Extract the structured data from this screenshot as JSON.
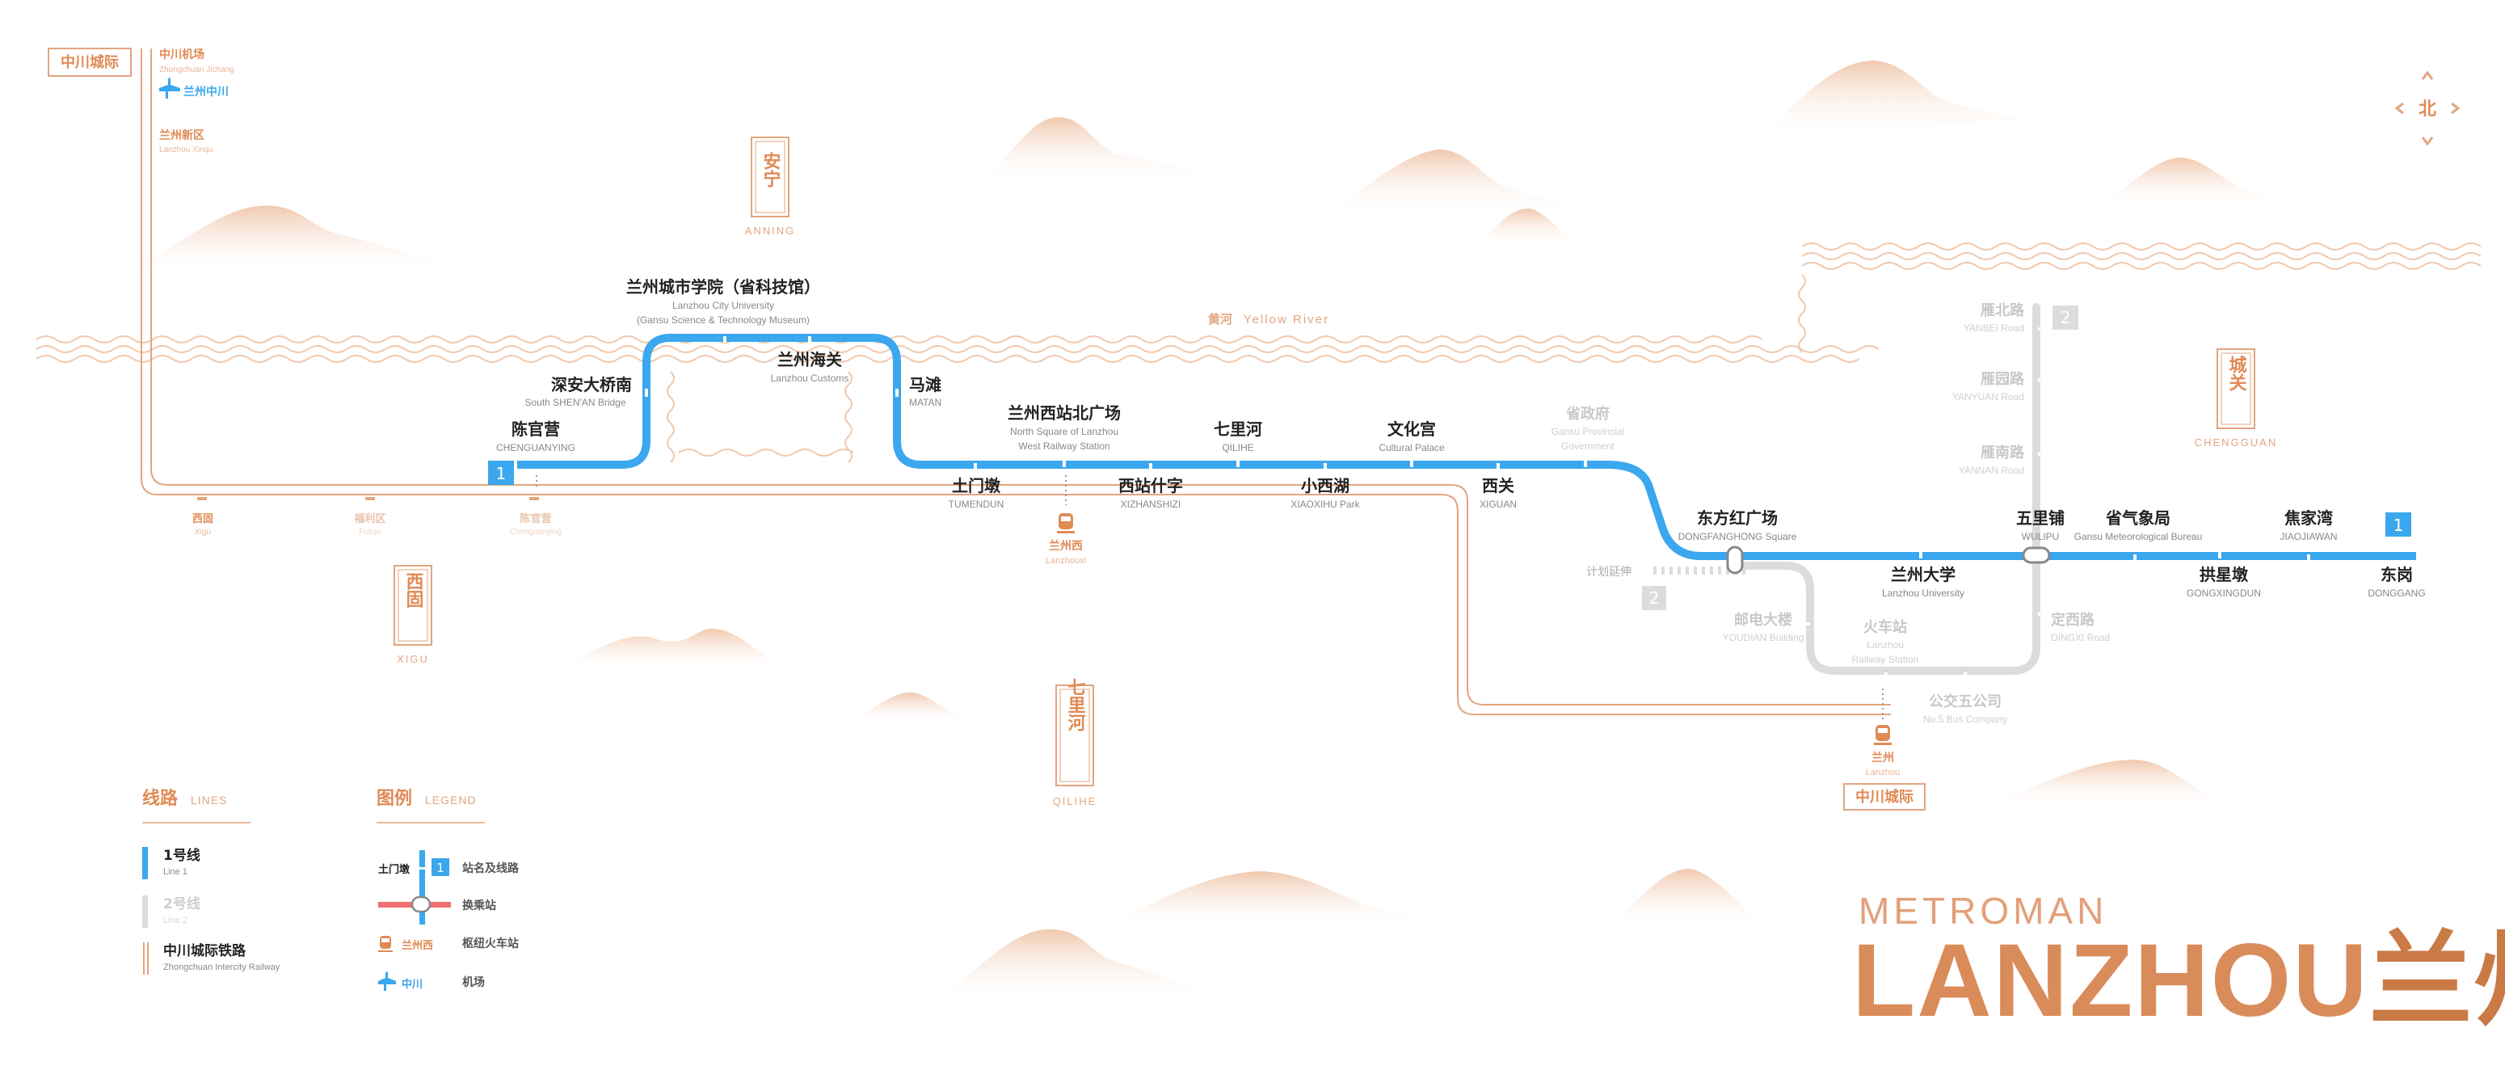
{
  "brand": {
    "sub": "METROMAN",
    "main": "LANZHOU",
    "main_zh": "兰州"
  },
  "colors": {
    "line1": "#3aa7ee",
    "line2": "#d6d6d6",
    "intercity": "#e3a57f",
    "accent": "#e2a07a",
    "text": "#333333",
    "muted": "#888888"
  },
  "compass": {
    "north": "北"
  },
  "river": {
    "zh": "黄河",
    "en": "Yellow River"
  },
  "districts": [
    {
      "zh": "安宁",
      "en": "ANNING"
    },
    {
      "zh": "西固",
      "en": "XIGU"
    },
    {
      "zh": "七里河",
      "en": "QILIHE"
    },
    {
      "zh": "城关",
      "en": "CHENGGUAN"
    }
  ],
  "intercity_labels": [
    {
      "zh": "中川城际"
    },
    {
      "zh": "中川城际"
    }
  ],
  "intercity_top": [
    {
      "zh": "中川机场",
      "en": "Zhongchuan Jichang"
    },
    {
      "zh": "兰州中川",
      "en": ""
    },
    {
      "zh": "兰州新区",
      "en": "Lanzhou Xinqu"
    }
  ],
  "intercity_stations": [
    {
      "zh": "西固",
      "en": "Xigu"
    },
    {
      "zh": "福利区",
      "en": "Fuliqu"
    },
    {
      "zh": "陈官营",
      "en": "Chenguanying"
    }
  ],
  "rail_hubs": [
    {
      "zh": "兰州西",
      "en": "Lanzhouxi"
    },
    {
      "zh": "兰州",
      "en": "Lanzhou"
    }
  ],
  "line1_stations": [
    {
      "zh": "陈官营",
      "en": "CHENGUANYING"
    },
    {
      "zh": "深安大桥南",
      "en": "South SHEN'AN Bridge"
    },
    {
      "zh": "兰州城市学院（省科技馆）",
      "en": "Lanzhou City University",
      "en2": "(Gansu Science & Technology Museum)"
    },
    {
      "zh": "兰州海关",
      "en": "Lanzhou Customs"
    },
    {
      "zh": "马滩",
      "en": "MATAN"
    },
    {
      "zh": "土门墩",
      "en": "TUMENDUN"
    },
    {
      "zh": "兰州西站北广场",
      "en": "North Square of Lanzhou",
      "en2": "West Railway Station"
    },
    {
      "zh": "西站什字",
      "en": "XIZHANSHIZI"
    },
    {
      "zh": "七里河",
      "en": "QILIHE"
    },
    {
      "zh": "小西湖",
      "en": "XIAOXIHU Park"
    },
    {
      "zh": "文化宫",
      "en": "Cultural Palace"
    },
    {
      "zh": "西关",
      "en": "XIGUAN"
    },
    {
      "zh": "东方红广场",
      "en": "DONGFANGHONG Square"
    },
    {
      "zh": "兰州大学",
      "en": "Lanzhou University"
    },
    {
      "zh": "五里铺",
      "en": "WULIPU"
    },
    {
      "zh": "省气象局",
      "en": "Gansu Meteorological Bureau"
    },
    {
      "zh": "拱星墩",
      "en": "GONGXINGDUN"
    },
    {
      "zh": "焦家湾",
      "en": "JIAOJIAWAN"
    },
    {
      "zh": "东岗",
      "en": "DONGGANG"
    }
  ],
  "line1_badge": "1",
  "line2_badge": "2",
  "line2_stations": [
    {
      "zh": "省政府",
      "en": "Gansu Provincial",
      "en2": "Government"
    },
    {
      "zh": "雁北路",
      "en": "YANBEI Road"
    },
    {
      "zh": "雁园路",
      "en": "YANYUAN Road"
    },
    {
      "zh": "雁南路",
      "en": "YANNAN Road"
    },
    {
      "zh": "邮电大楼",
      "en": "YOUDIAN Building"
    },
    {
      "zh": "火车站",
      "en": "Lanzhou",
      "en2": "Railway Station"
    },
    {
      "zh": "定西路",
      "en": "DINGXI Road"
    },
    {
      "zh": "公交五公司",
      "en": "No.5 Bus Company"
    }
  ],
  "planned_extension": "计划延伸",
  "legend": {
    "lines_title": {
      "zh": "线路",
      "en": "LINES"
    },
    "lines": [
      {
        "zh": "1号线",
        "en": "Line 1"
      },
      {
        "zh": "2号线",
        "en": "Line 2"
      },
      {
        "zh": "中川城际铁路",
        "en": "Zhongchuan Intercity Railway"
      }
    ],
    "legend_title": {
      "zh": "图例",
      "en": "LEGEND"
    },
    "items": [
      {
        "sample": "土门墩",
        "badge": "1",
        "label": "站名及线路"
      },
      {
        "label": "换乘站"
      },
      {
        "sample": "兰州西",
        "label": "枢纽火车站"
      },
      {
        "sample": "中川",
        "label": "机场"
      }
    ]
  }
}
